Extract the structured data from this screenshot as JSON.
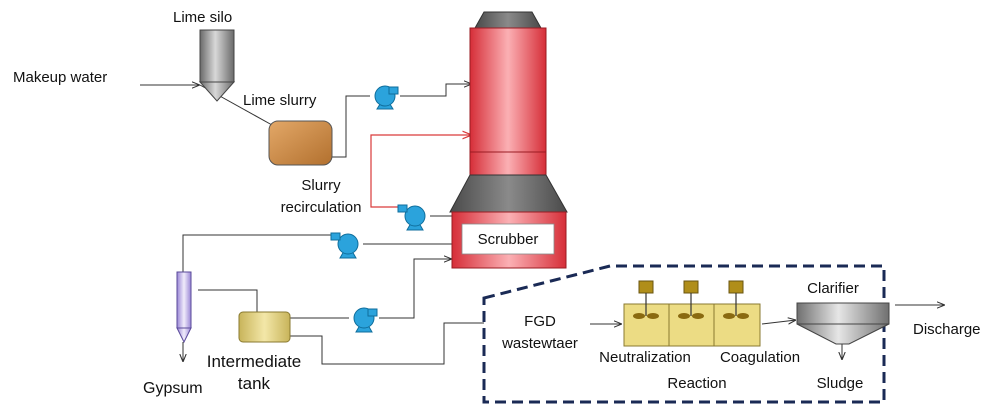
{
  "labels": {
    "lime_silo": "Lime silo",
    "makeup_water": "Makeup water",
    "lime_slurry": "Lime slurry",
    "slurry_recirc_line1": "Slurry",
    "slurry_recirc_line2": "recirculation",
    "scrubber": "Scrubber",
    "gypsum": "Gypsum",
    "intermediate_tank_line1": "Intermediate",
    "intermediate_tank_line2": "tank",
    "fgd_line1": "FGD",
    "fgd_line2": "wastewtaer",
    "neutralization": "Neutralization",
    "reaction": "Reaction",
    "coagulation": "Coagulation",
    "clarifier": "Clarifier",
    "sludge": "Sludge",
    "discharge": "Discharge"
  },
  "colors": {
    "scrubber_red": "#e8404a",
    "scrubber_cap": "#5a5a5a",
    "pump_blue": "#2ba3dc",
    "lime_slurry_tank": "#c98840",
    "intermediate_tank": "#d8c878",
    "mixer_tank": "#e8d67a",
    "mixer_motor": "#b08e1a",
    "hydrocyclone": "#b8a8e0",
    "dashed_box": "#1a2a55"
  }
}
